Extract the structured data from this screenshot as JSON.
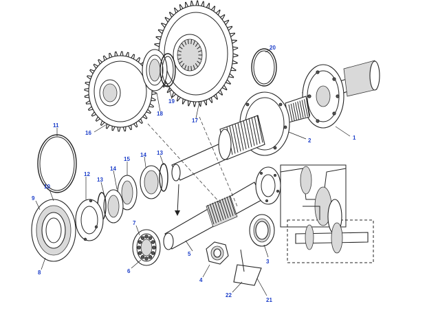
{
  "callouts": [
    {
      "id": "1",
      "label": "1"
    },
    {
      "id": "2",
      "label": "2"
    },
    {
      "id": "3",
      "label": "3"
    },
    {
      "id": "4",
      "label": "4"
    },
    {
      "id": "5",
      "label": "5"
    },
    {
      "id": "6",
      "label": "6"
    },
    {
      "id": "7",
      "label": "7"
    },
    {
      "id": "8",
      "label": "8"
    },
    {
      "id": "9",
      "label": "9"
    },
    {
      "id": "10",
      "label": "10"
    },
    {
      "id": "11",
      "label": "11"
    },
    {
      "id": "12",
      "label": "12"
    },
    {
      "id": "13a",
      "label": "13"
    },
    {
      "id": "13b",
      "label": "13"
    },
    {
      "id": "14a",
      "label": "14"
    },
    {
      "id": "14b",
      "label": "14"
    },
    {
      "id": "15",
      "label": "15"
    },
    {
      "id": "16",
      "label": "16"
    },
    {
      "id": "17",
      "label": "17"
    },
    {
      "id": "18",
      "label": "18"
    },
    {
      "id": "19",
      "label": "19"
    },
    {
      "id": "20",
      "label": "20"
    },
    {
      "id": "21",
      "label": "21"
    },
    {
      "id": "22",
      "label": "22"
    }
  ],
  "colors": {
    "callout": "#1a3cc8",
    "line": "#222222",
    "background": "#ffffff"
  }
}
